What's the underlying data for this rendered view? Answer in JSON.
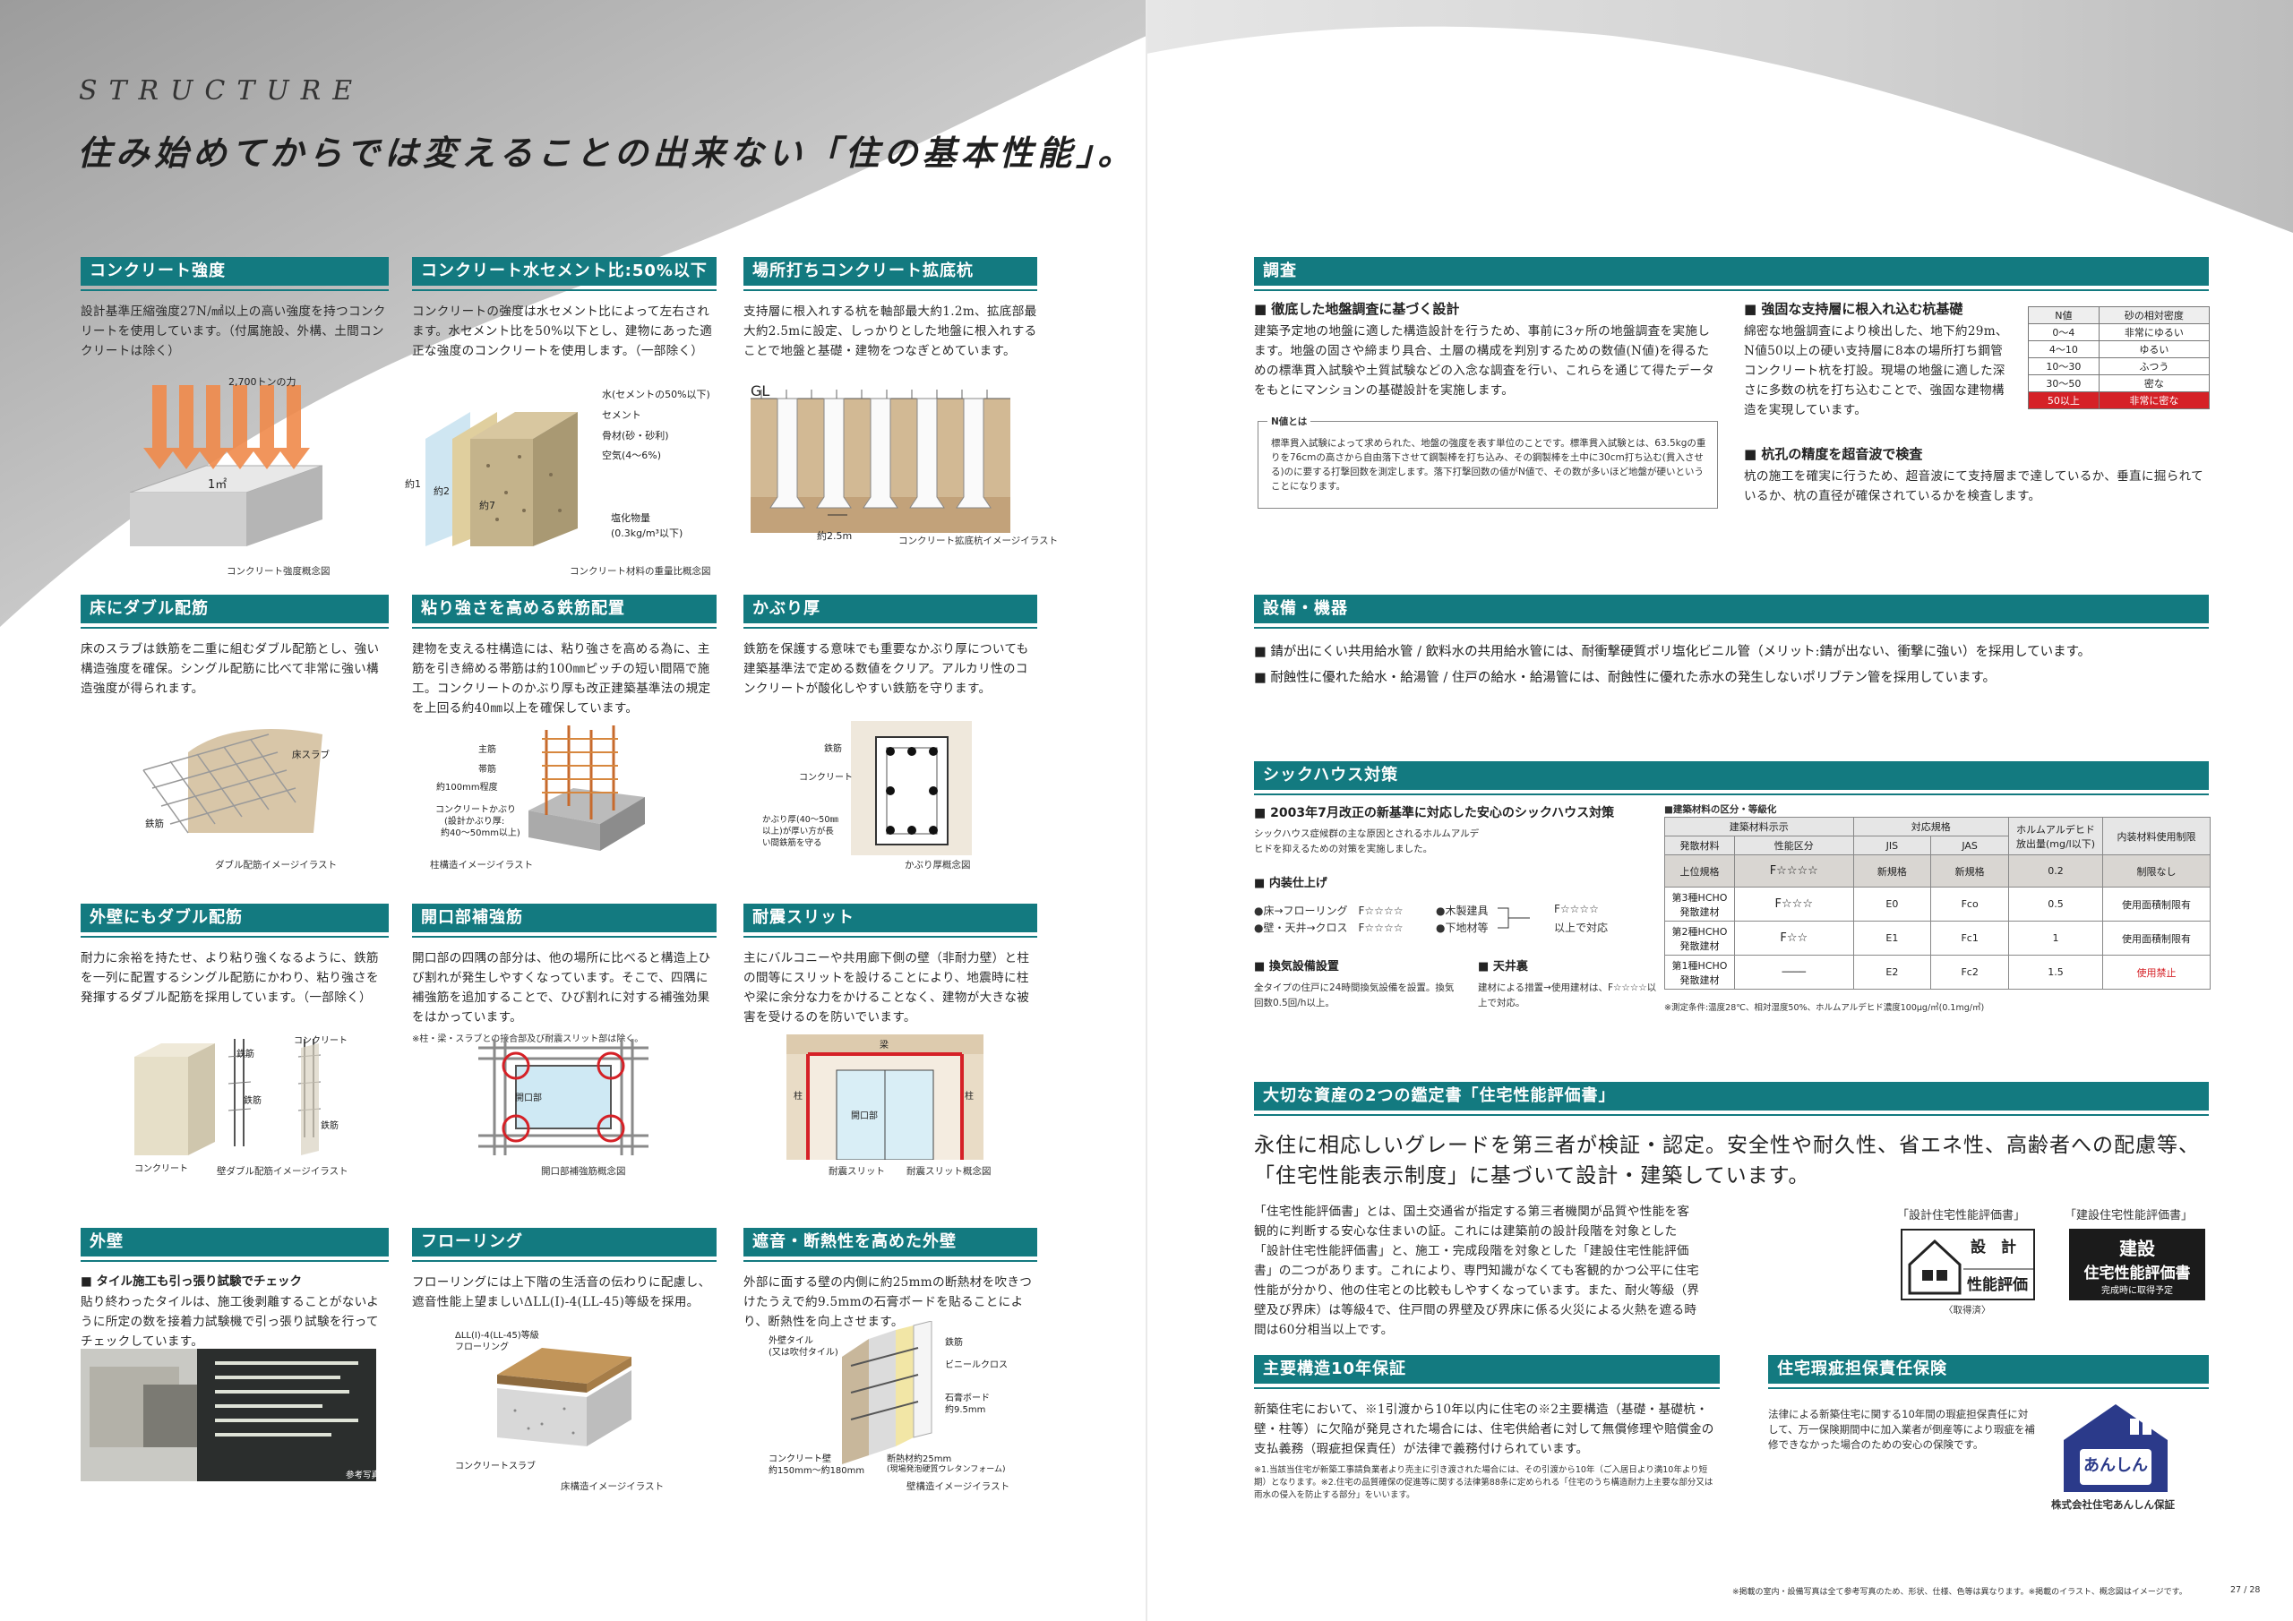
{
  "header": {
    "eyebrow": "STRUCTURE",
    "headline": "住み始めてからでは変えることの出来ない「住の基本性能」。"
  },
  "left": {
    "s1": {
      "title": "コンクリート強度",
      "body": "設計基準圧縮強度27N/㎟以上の高い強度を持つコンクリートを使用しています。（付属施設、外構、土間コンクリートは除く）",
      "force": "2,700トンの力",
      "area": "1㎡",
      "caption": "コンクリート強度概念図"
    },
    "s2": {
      "title": "コンクリート水セメント比:50%以下",
      "body": "コンクリートの強度は水セメント比によって左右されます。水セメント比を50%以下とし、建物にあった適正な強度のコンクリートを使用します。（一部除く）",
      "labels": [
        "水(セメントの50%以下)",
        "セメント",
        "骨材(砂・砂利)",
        "空気(4〜6%)",
        "塩化物量",
        "(0.3kg/m³以下)"
      ],
      "ratios": [
        "約1",
        "約2",
        "約7"
      ],
      "caption": "コンクリート材料の重量比概念図"
    },
    "s3": {
      "title": "場所打ちコンクリート拡底杭",
      "body": "支持層に根入れする杭を軸部最大約1.2m、拡底部最大約2.5mに設定、しっかりとした地盤に根入れすることで地盤と基礎・建物をつなぎとめています。",
      "gl": "GL",
      "dim": "約2.5m",
      "caption": "コンクリート拡底杭イメージイラスト"
    },
    "s4": {
      "title": "床にダブル配筋",
      "body": "床のスラブは鉄筋を二重に組むダブル配筋とし、強い構造強度を確保。シングル配筋に比べて非常に強い構造強度が得られます。",
      "labels": [
        "床スラブ",
        "鉄筋"
      ],
      "caption": "ダブル配筋イメージイラスト"
    },
    "s5": {
      "title": "粘り強さを高める鉄筋配置",
      "body": "建物を支える柱構造には、粘り強さを高める為に、主筋を引き締める帯筋は約100㎜ピッチの短い間隔で施工。コンクリートのかぶり厚も改正建築基準法の規定を上回る約40㎜以上を確保しています。",
      "labels": [
        "主筋",
        "帯筋",
        "約100mm程度",
        "コンクリートかぶり",
        "(設計かぶり厚:",
        "約40〜50mm以上)"
      ],
      "caption": "柱構造イメージイラスト"
    },
    "s6": {
      "title": "かぶり厚",
      "body": "鉄筋を保護する意味でも重要なかぶり厚についても建築基準法で定める数値をクリア。アルカリ性のコンクリートが酸化しやすい鉄筋を守ります。",
      "labels": [
        "鉄筋",
        "コンクリート",
        "かぶり厚(40〜50㎜",
        "以上)が厚い方が長",
        "い間鉄筋を守る"
      ],
      "caption": "かぶり厚概念図"
    },
    "s7": {
      "title": "外壁にもダブル配筋",
      "body": "耐力に余裕を持たせ、より粘り強くなるように、鉄筋を一列に配置するシングル配筋にかわり、粘り強さを発揮するダブル配筋を採用しています。（一部除く）",
      "labels": [
        "コンクリート",
        "鉄筋",
        "鉄筋",
        "鉄筋",
        "コンクリート"
      ],
      "caption": "壁ダブル配筋イメージイラスト"
    },
    "s8": {
      "title": "開口部補強筋",
      "body": "開口部の四隅の部分は、他の場所に比べると構造上ひび割れが発生しやすくなっています。そこで、四隅に補強筋を追加することで、ひび割れに対する補強効果をはかっています。",
      "note": "※柱・梁・スラブとの接合部及び耐震スリット部は除く。",
      "label": "開口部",
      "caption": "開口部補強筋概念図"
    },
    "s9": {
      "title": "耐震スリット",
      "body": "主にバルコニーや共用廊下側の壁（非耐力壁）と柱の間等にスリットを設けることにより、地震時に柱や梁に余分な力をかけることなく、建物が大きな被害を受けるのを防いでいます。",
      "labels": [
        "梁",
        "柱",
        "柱",
        "開口部"
      ],
      "caption1": "耐震スリット",
      "caption2": "耐震スリット概念図"
    },
    "s10": {
      "title": "外壁",
      "sub": "タイル施工も引っ張り試験でチェック",
      "body": "貼り終わったタイルは、施工後剥離することがないように所定の数を接着力試験機で引っ張り試験を行ってチェックしています。",
      "photo_note": "参考写真"
    },
    "s11": {
      "title": "フローリング",
      "body": "フローリングには上下階の生活音の伝わりに配慮し、遮音性能上望ましいΔLL(I)-4(LL-45)等級を採用。",
      "labels": [
        "ΔLL(I)-4(LL-45)等級",
        "フローリング",
        "コンクリートスラブ"
      ],
      "caption": "床構造イメージイラスト"
    },
    "s12": {
      "title": "遮音・断熱性を高めた外壁",
      "body": "外部に面する壁の内側に約25mmの断熱材を吹きつけたうえで約9.5mmの石膏ボードを貼ることにより、断熱性を向上させます。",
      "labels": [
        "外壁タイル",
        "(又は吹付タイル)",
        "鉄筋",
        "ビニールクロス",
        "石膏ボード",
        "約9.5mm",
        "コンクリート壁",
        "約150mm〜約180mm",
        "断熱材約25mm",
        "(現場発泡硬質ウレタンフォーム)"
      ],
      "caption": "壁構造イメージイラスト"
    }
  },
  "right": {
    "survey": {
      "title": "調査",
      "sub1": "徹底した地盤調査に基づく設計",
      "body1": "建築予定地の地盤に適した構造設計を行うため、事前に3ヶ所の地盤調査を実施します。地盤の固さや締まり具合、土層の構成を判別するための数値(N値)を得るための標準貫入試験や土質試験などの入念な調査を行い、これらを通じて得たデータをもとにマンションの基礎設計を実施します。",
      "box_title": "N値とは",
      "box_body": "標準貫入試験によって求められた、地盤の強度を表す単位のことです。標準貫入試験とは、63.5kgの重りを76cmの高さから自由落下させて鋼製棒を打ち込み、その鋼製棒を土中に30cm打ち込む(貫入させる)のに要する打撃回数を測定します。落下打撃回数の値がN値で、その数が多いほど地盤が硬いということになります。",
      "sub2": "強固な支持層に根入れ込む杭基礎",
      "body2": "綿密な地盤調査により検出した、地下約29m、N値50以上の硬い支持層に8本の場所打ち鋼管コンクリート杭を打設。現場の地盤に適した深さに多数の杭を打ち込むことで、強固な建物構造を実現しています。",
      "sub3": "杭孔の精度を超音波で検査",
      "body3": "杭の施工を確実に行うため、超音波にて支持層まで達しているか、垂直に掘られているか、杭の直径が確保されているかを検査します。",
      "table_head": [
        "N値",
        "砂の相対密度"
      ],
      "table_rows": [
        [
          "0〜4",
          "非常にゆるい"
        ],
        [
          "4〜10",
          "ゆるい"
        ],
        [
          "10〜30",
          "ふつう"
        ],
        [
          "30〜50",
          "密な"
        ],
        [
          "50以上",
          "非常に密な"
        ]
      ]
    },
    "equip": {
      "title": "設備・機器",
      "item1": "錆が出にくい共用給水管 / 飲料水の共用給水管には、耐衝撃硬質ポリ塩化ビニル管（メリット:錆が出ない、衝撃に強い）を採用しています。",
      "item2": "耐蝕性に優れた給水・給湯管 / 住戸の給水・給湯管には、耐蝕性に優れた赤水の発生しないポリブテン管を採用しています。"
    },
    "sick": {
      "title": "シックハウス対策",
      "sub": "2003年7月改正の新基準に対応した安心のシックハウス対策",
      "body": "シックハウス症候群の主な原因とされるホルムアルデヒドを抑えるための対策を実施しました。",
      "interior_title": "内装仕上げ",
      "floor": "●床→フローリング　F☆☆☆☆",
      "wall": "●壁・天井→クロス　F☆☆☆☆",
      "fixture": "●木製建具",
      "base": "●下地材等",
      "stars": "F☆☆☆☆",
      "stars_note": "以上で対応",
      "vent_title": "換気設備設置",
      "vent_body": "全タイプの住戸に24時間換気設備を設置。換気回数0.5回/h以上。",
      "ceil_title": "天井裏",
      "ceil_body": "建材による措置→使用建材は、F☆☆☆☆以上で対応。",
      "table_title": "■建築材料の区分・等級化",
      "head1": [
        "建築材料示示",
        "対応規格",
        "ホルムアルデヒド放出量(mg/l以下)",
        "内装材料使用制限"
      ],
      "head2": [
        "発散材料",
        "性能区分",
        "JIS",
        "JAS"
      ],
      "rows": [
        [
          "上位規格",
          "F☆☆☆☆",
          "新規格",
          "新規格",
          "0.2",
          "制限なし"
        ],
        [
          "第3種HCHO発散建材",
          "F☆☆☆",
          "E0",
          "Fco",
          "0.5",
          "使用面積制限有"
        ],
        [
          "第2種HCHO発散建材",
          "F☆☆",
          "E1",
          "Fc1",
          "1",
          "使用面積制限有"
        ],
        [
          "第1種HCHO発散建材",
          "────",
          "E2",
          "Fc2",
          "1.5",
          "使用禁止"
        ]
      ],
      "footnote": "※測定条件:温度28℃、相対湿度50%、ホルムアルデヒド濃度100μg/㎥(0.1mg/㎥)"
    },
    "assess": {
      "title": "大切な資産の2つの鑑定書「住宅性能評価書」",
      "lead1": "永住に相応しいグレードを第三者が検証・認定。安全性や耐久性、省エネ性、高齢者への配慮等、",
      "lead2": "「住宅性能表示制度」に基づいて設計・建築しています。",
      "body": "「住宅性能評価書」とは、国土交通省が指定する第三者機関が品質や性能を客観的に判断する安心な住まいの証。これには建築前の設計段階を対象とした「設計住宅性能評価書」と、施工・完成段階を対象とした「建設住宅性能評価書」の二つがあります。これにより、専門知識がなくても客観的かつ公平に住宅性能が分かり、他の住宅との比較もしやすくなっています。また、耐火等級（界壁及び界床）は等級4で、住戸間の界壁及び界床に係る火災による火熱を遮る時間は60分相当以上です。",
      "label1": "「設計住宅性能評価書」",
      "label2": "「建設住宅性能評価書」",
      "mark_top": "設　計",
      "mark_bottom": "性能評価",
      "mark_note": "〈取得済〉",
      "box_line1": "建設",
      "box_line2": "住宅性能評価書",
      "box_line3": "完成時に取得予定"
    },
    "warranty": {
      "title": "主要構造10年保証",
      "body": "新築住宅において、※1引渡から10年以内に住宅の※2主要構造（基礎・基礎杭・壁・柱等）に欠陥が発見された場合には、住宅供給者に対して無償修理や賠償金の支払義務（瑕疵担保責任）が法律で義務付けられています。",
      "note": "※1.当該当住宅が新築工事請負業者より売主に引き渡された場合には、その引渡から10年（ご入居日より満10年より短期）となります。※2.住宅の品質確保の促進等に関する法律第88条に定められる「住宅のうち構造耐力上主要な部分又は雨水の侵入を防止する部分」をいいます。"
    },
    "insurance": {
      "title": "住宅瑕疵担保責任保険",
      "body": "法律による新築住宅に関する10年間の瑕疵担保責任に対して、万一保険期間中に加入業者が倒産等により瑕疵を補修できなかった場合のための安心の保険です。",
      "logo": "あんしん",
      "company": "株式会社住宅あんしん保証"
    }
  },
  "footer": {
    "note": "※掲載の室内・設備写真は全て参考写真のため、形状、仕様、色等は異なります。※掲載のイラスト、概念図はイメージです。",
    "page": "27 / 28"
  }
}
